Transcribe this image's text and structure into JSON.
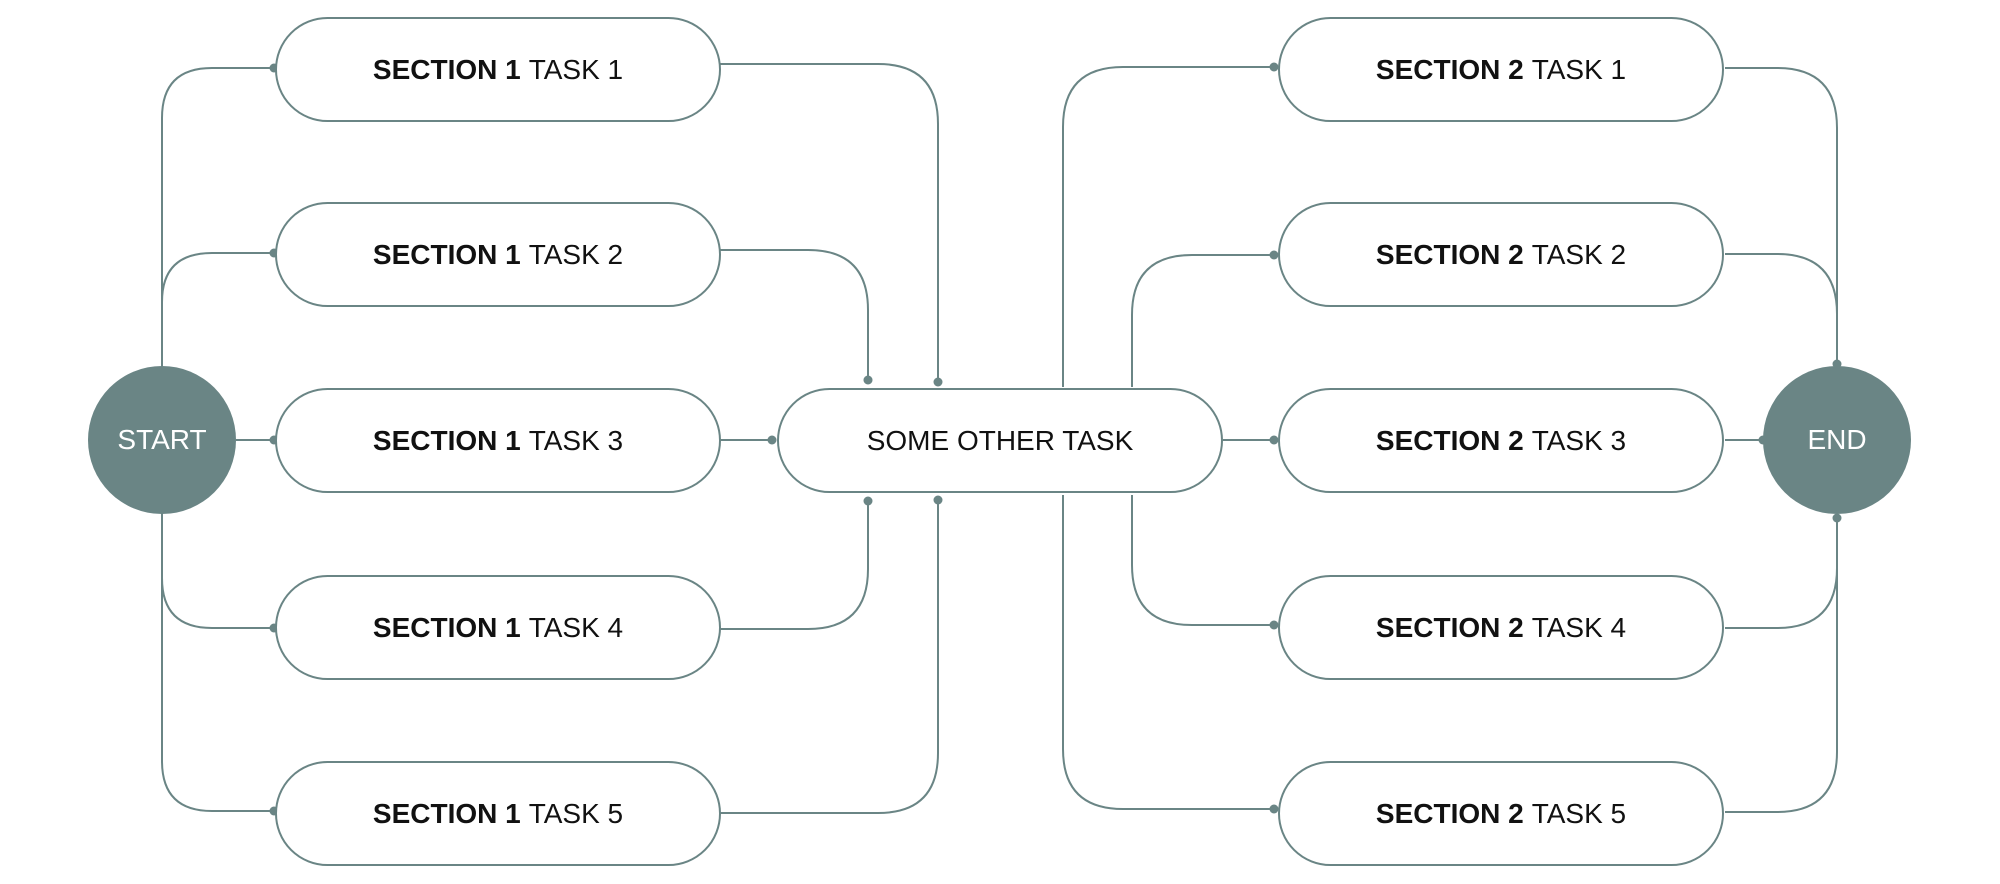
{
  "colors": {
    "accent": "#6a8585",
    "node_fill": "#ffffff",
    "text": "#111111",
    "terminal_text": "#ffffff"
  },
  "start": {
    "label": "START"
  },
  "end": {
    "label": "END"
  },
  "middle": {
    "label": "SOME OTHER TASK"
  },
  "section1": {
    "tasks": [
      {
        "section": "SECTION 1",
        "task": "TASK 1"
      },
      {
        "section": "SECTION 1",
        "task": "TASK 2"
      },
      {
        "section": "SECTION 1",
        "task": "TASK 3"
      },
      {
        "section": "SECTION 1",
        "task": "TASK 4"
      },
      {
        "section": "SECTION 1",
        "task": "TASK 5"
      }
    ]
  },
  "section2": {
    "tasks": [
      {
        "section": "SECTION 2",
        "task": "TASK 1"
      },
      {
        "section": "SECTION 2",
        "task": "TASK 2"
      },
      {
        "section": "SECTION 2",
        "task": "TASK 3"
      },
      {
        "section": "SECTION 2",
        "task": "TASK 4"
      },
      {
        "section": "SECTION 2",
        "task": "TASK 5"
      }
    ]
  }
}
